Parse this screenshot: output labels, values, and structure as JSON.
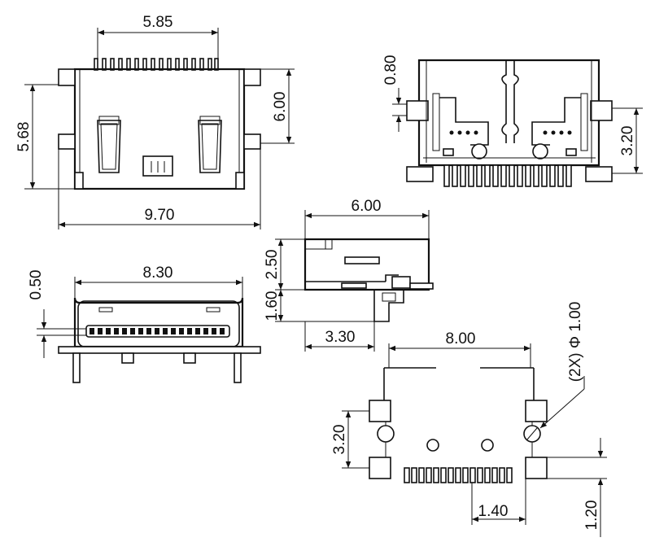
{
  "views": {
    "top": {
      "width_label": "5.85",
      "height_label": "5.68",
      "right_label": "6.00",
      "bottom_label": "9.70"
    },
    "front": {
      "pin_pitch_label": "0.80",
      "right_label": "3.20"
    },
    "side": {
      "top_label": "6.00",
      "upper_label": "2.50",
      "lower_label": "1.60",
      "bottom_label": "3.30"
    },
    "end": {
      "top_label": "8.30",
      "left_label": "0.50"
    },
    "footprint": {
      "top_label": "8.00",
      "hole_label": "(2X) Φ 1.00",
      "left_label": "3.20",
      "bottom_label": "1.40",
      "right_label": "1.20"
    }
  }
}
